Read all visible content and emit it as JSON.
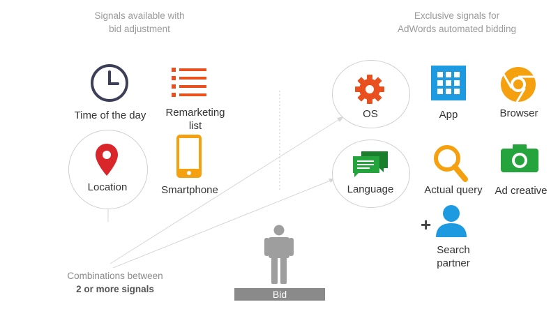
{
  "left_header": {
    "line1": "Signals available with",
    "line2": "bid adjustment"
  },
  "right_header": {
    "line1": "Exclusive signals for",
    "line2": "AdWords automated bidding"
  },
  "signals": {
    "time": "Time of the day",
    "remarketing_1": "Remarketing",
    "remarketing_2": "list",
    "location": "Location",
    "smartphone": "Smartphone",
    "os": "OS",
    "app": "App",
    "browser": "Browser",
    "language": "Language",
    "query": "Actual query",
    "creative": "Ad creative",
    "search_partner_1": "Search",
    "search_partner_2": "partner",
    "plus": "+"
  },
  "combinations": {
    "line1": "Combinations between",
    "line2": "2 or more signals"
  },
  "bid_label": "Bid",
  "colors": {
    "clock": "#3c3f57",
    "orange_red": "#e8501f",
    "pin_red": "#d8262a",
    "amber": "#f5a00f",
    "blue": "#1e9be0",
    "green": "#25a33c",
    "person_gray": "#9e9e9e",
    "bar_gray": "#8a8a8a",
    "circle_border": "#cfcfcf"
  },
  "icons": [
    "clock-icon",
    "list-icon",
    "map-pin-icon",
    "smartphone-icon",
    "gear-icon",
    "app-grid-icon",
    "chrome-icon",
    "chat-icon",
    "magnifier-icon",
    "camera-icon",
    "person-icon"
  ]
}
